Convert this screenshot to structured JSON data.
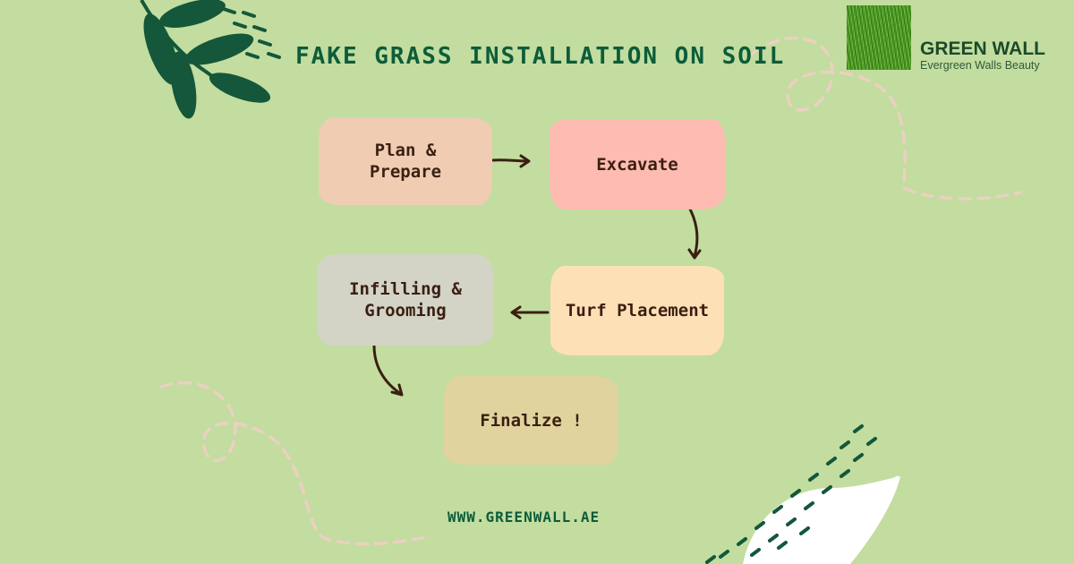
{
  "title": "FAKE GRASS INSTALLATION ON SOIL",
  "brand": {
    "name": "GREEN WALL",
    "tagline": "Evergreen Walls Beauty"
  },
  "steps": [
    {
      "label": "Plan &\nPrepare",
      "color": "#efccb2"
    },
    {
      "label": "Excavate",
      "color": "#fdbbb1"
    },
    {
      "label": "Turf Placement",
      "color": "#fde0b6"
    },
    {
      "label": "Infilling &\nGrooming",
      "color": "#d3d4c6"
    },
    {
      "label": "Finalize !",
      "color": "#e0d39e"
    }
  ],
  "website": "WWW.GREENWALL.AE",
  "colors": {
    "background": "#c2dd9f",
    "accent_green": "#0d5c3a",
    "leaf_green": "#14573a",
    "arrow": "#3a1f12",
    "dash_decoration": "#ecd0c1"
  }
}
